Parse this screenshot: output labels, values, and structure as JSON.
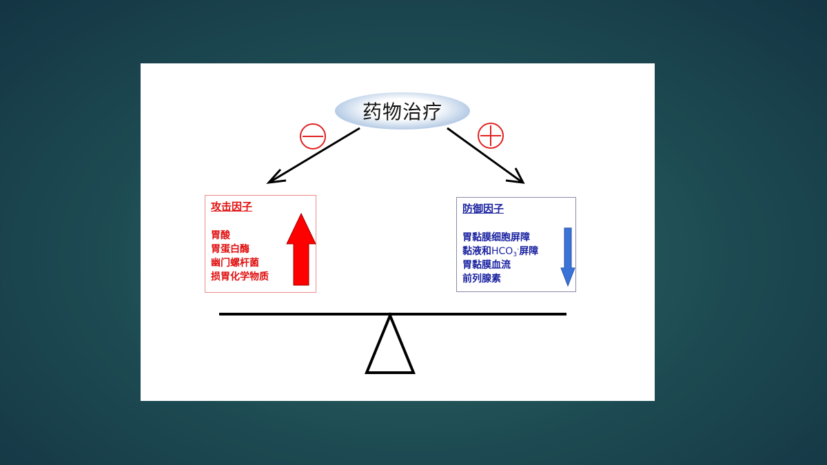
{
  "center": {
    "label": "药物治疗"
  },
  "attack": {
    "title": "攻击因子",
    "items": [
      "胃酸",
      "胃蛋白酶",
      "幽门螺杆菌",
      "损胃化学物质"
    ]
  },
  "defense": {
    "title": "防御因子",
    "items": [
      "胃黏膜细胞屏障",
      "胃黏膜血流",
      "前列腺素"
    ],
    "mucus_prefix": "黏液和",
    "mucus_chem": "HCO",
    "mucus_sub": "3",
    "mucus_sup": "-",
    "mucus_suffix": "屏障"
  },
  "colors": {
    "attack": "#e01010",
    "defense": "#1a22a0",
    "down_arrow": "#3a74d8",
    "up_arrow": "#ff0000"
  },
  "icons": {
    "minus": "circled-minus-icon",
    "plus": "circled-plus-icon"
  }
}
